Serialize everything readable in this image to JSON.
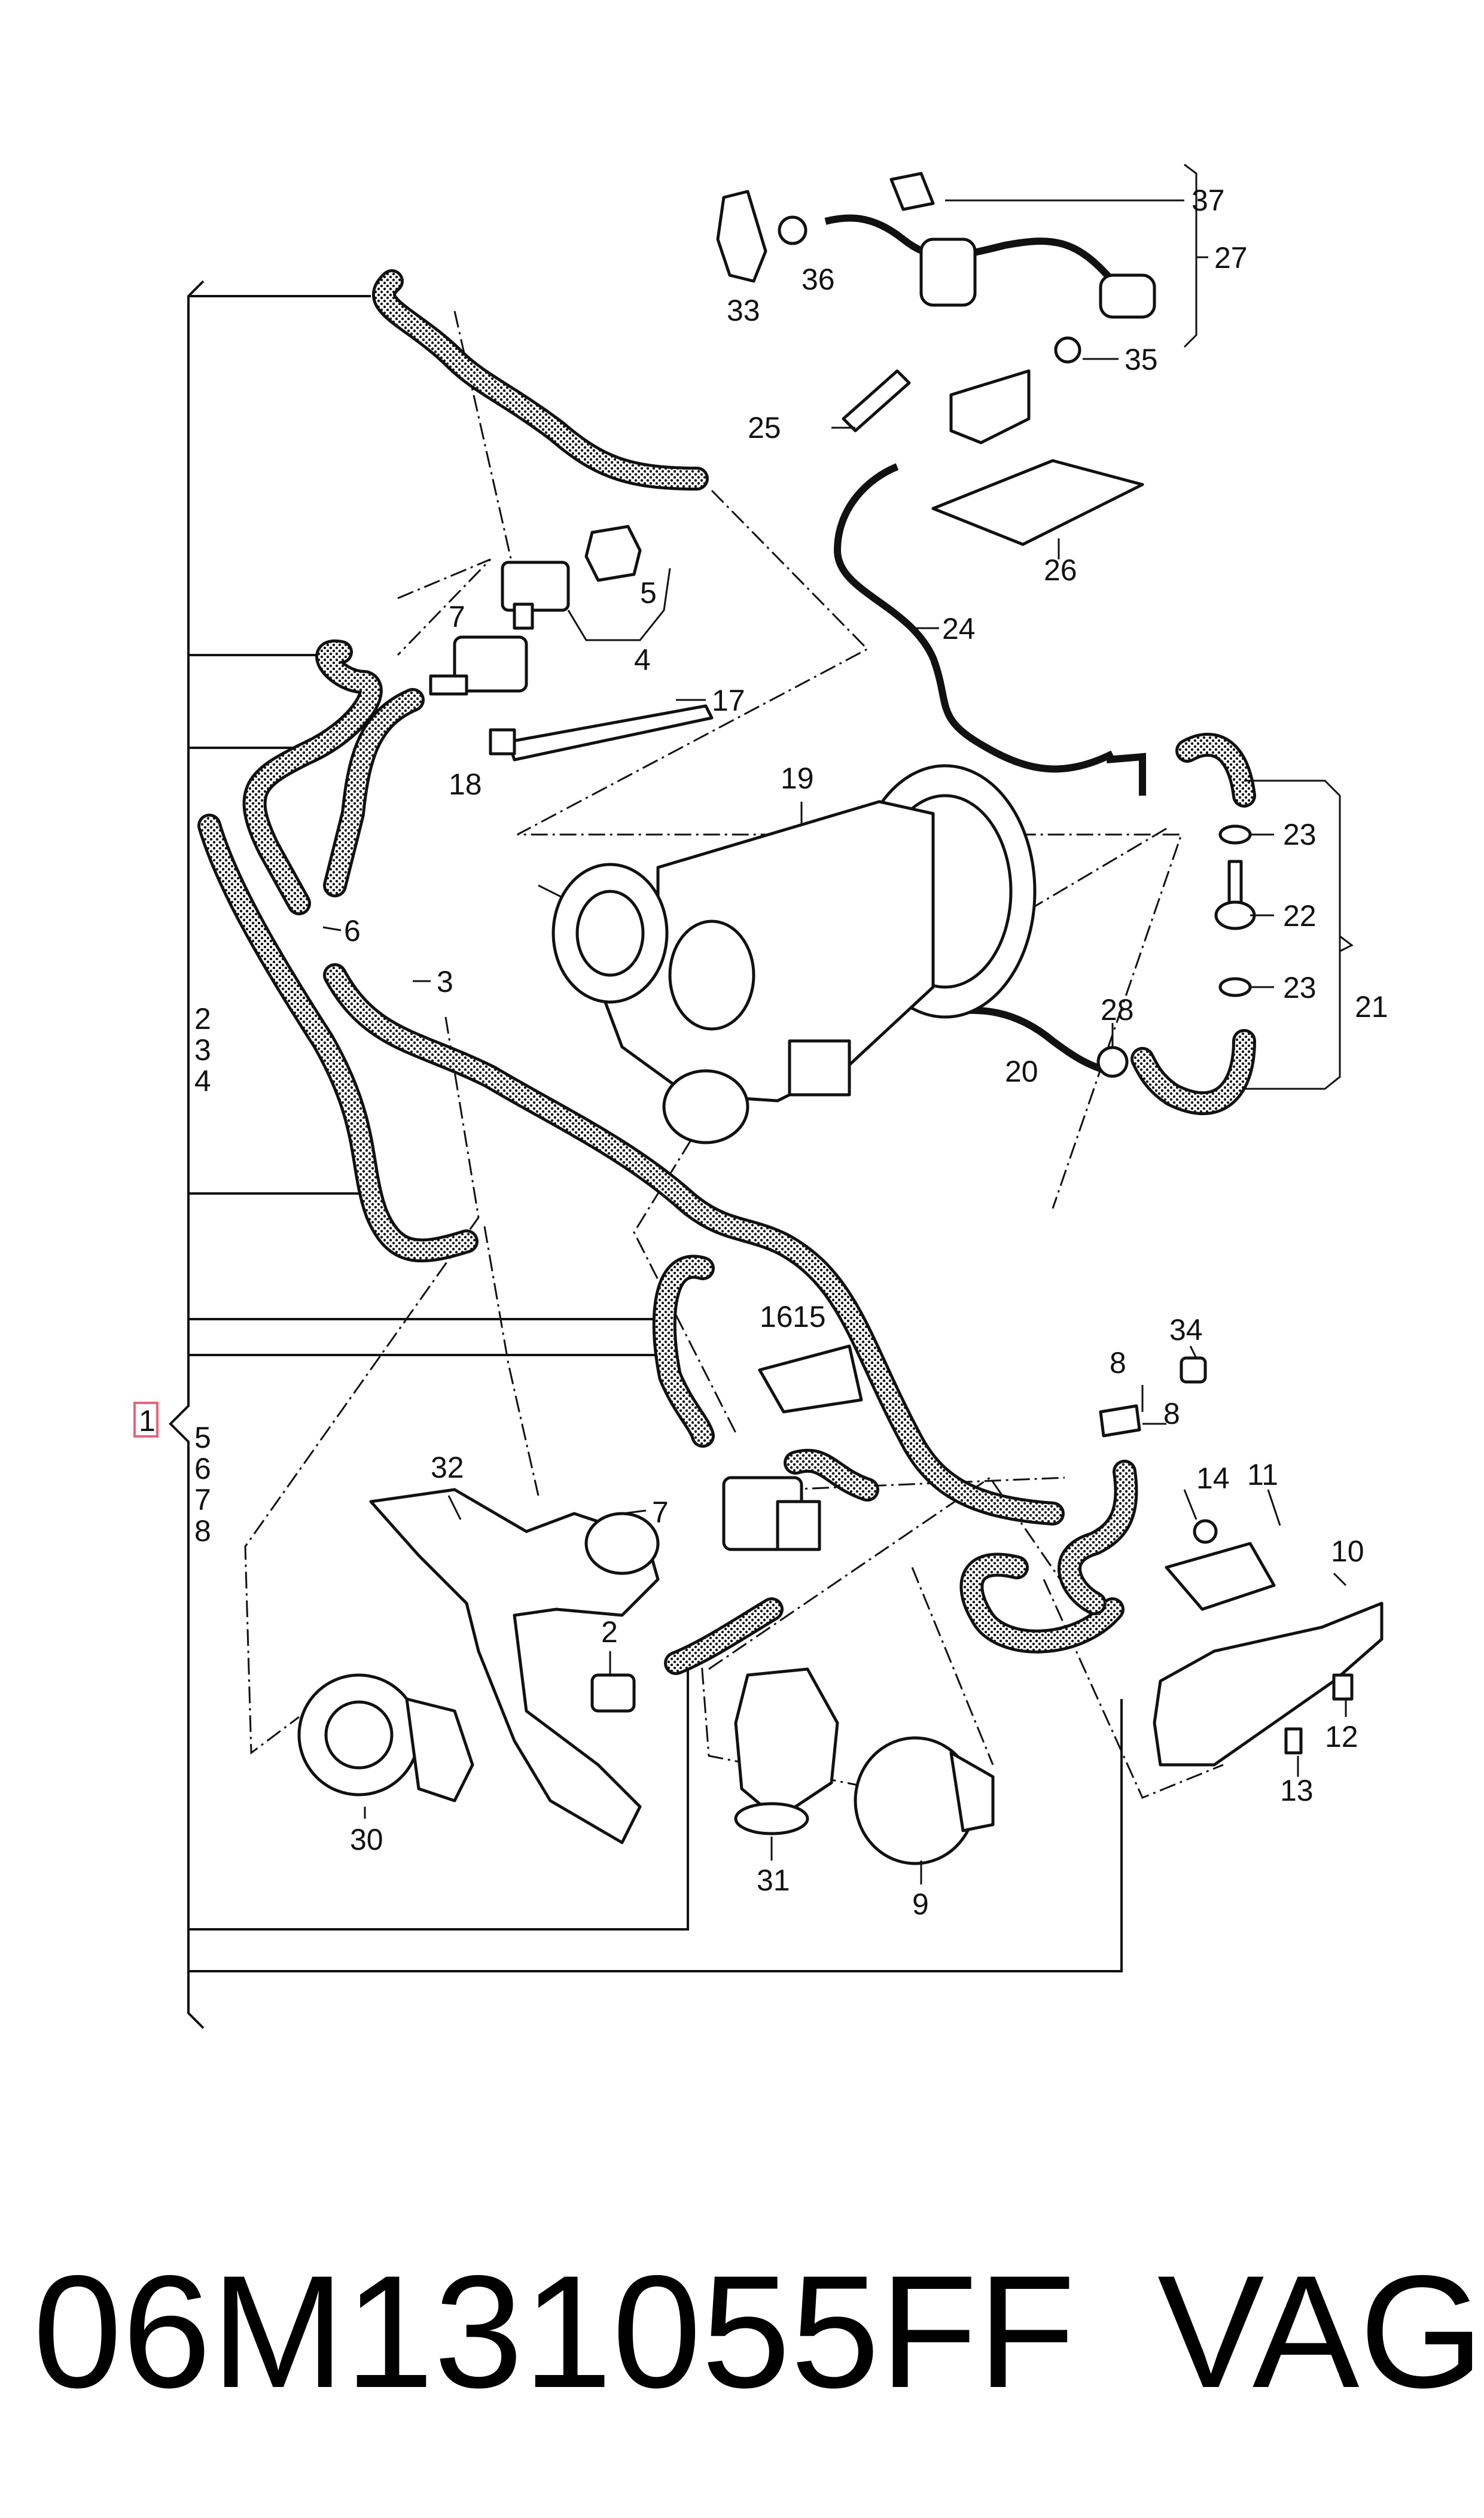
{
  "callouts": {
    "c1": "1",
    "c2a": "2",
    "c3a": "3",
    "c4a": "4",
    "c2b": "2",
    "c3b": "3",
    "c4b": "4",
    "c5a": "5",
    "c5b": "5",
    "c6a": "6",
    "c6b": "6",
    "c7a": "7",
    "c7b": "7",
    "c7c": "7",
    "c8a": "8",
    "c8b": "8",
    "c8c": "8",
    "c9": "9",
    "c10": "10",
    "c11": "11",
    "c12": "12",
    "c13": "13",
    "c14": "14",
    "c15": "15",
    "c16": "16",
    "c17": "17",
    "c18": "18",
    "c19": "19",
    "c20": "20",
    "c21": "21",
    "c22": "22",
    "c23a": "23",
    "c23b": "23",
    "c24": "24",
    "c25": "25",
    "c26": "26",
    "c27": "27",
    "c28": "28",
    "c30": "30",
    "c31": "31",
    "c32": "32",
    "c33": "33",
    "c34": "34",
    "c35": "35",
    "c36": "36",
    "c37": "37"
  },
  "part_number": "06M131055FF",
  "brand": "VAG",
  "colors": {
    "line": "#111111",
    "highlight_box": "#e8647a",
    "background": "#ffffff"
  }
}
